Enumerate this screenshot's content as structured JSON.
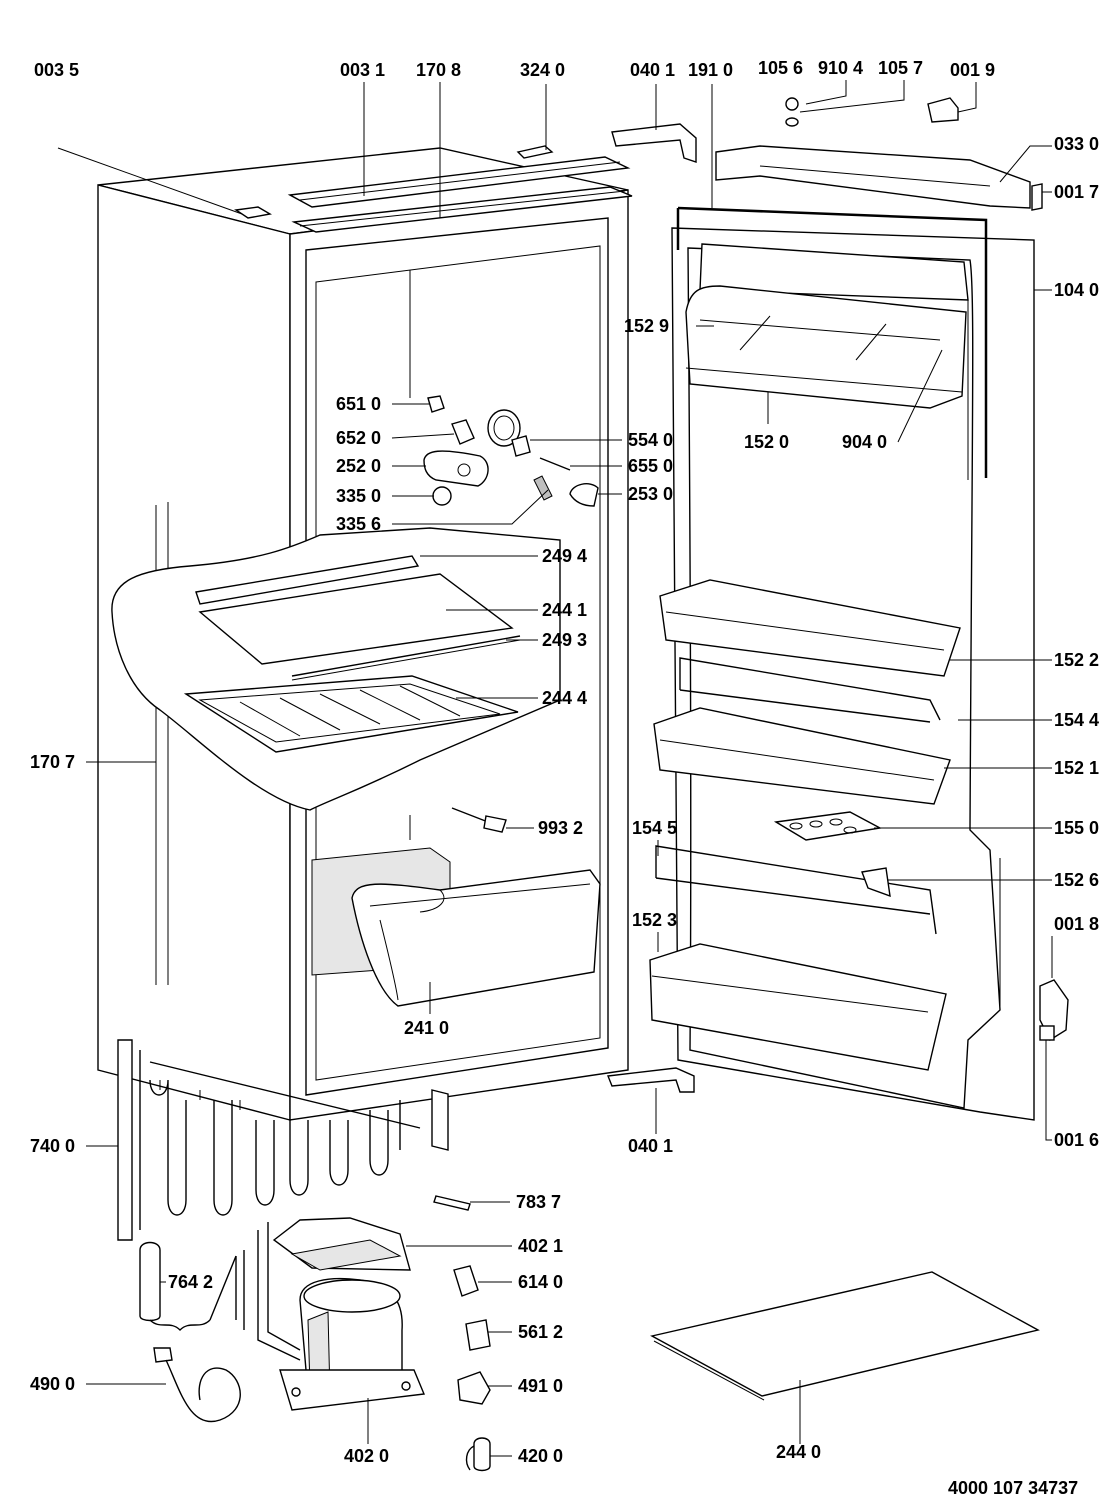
{
  "document_number": "4000 107 34737",
  "labels": [
    {
      "id": "003_5_top",
      "text": "003 5"
    },
    {
      "id": "003_1",
      "text": "003 1"
    },
    {
      "id": "170_8",
      "text": "170 8"
    },
    {
      "id": "324_0",
      "text": "324 0"
    },
    {
      "id": "040_1_top",
      "text": "040 1"
    },
    {
      "id": "191_0",
      "text": "191 0"
    },
    {
      "id": "105_6",
      "text": "105 6"
    },
    {
      "id": "910_4",
      "text": "910 4"
    },
    {
      "id": "105_7",
      "text": "105 7"
    },
    {
      "id": "001_9",
      "text": "001 9"
    },
    {
      "id": "033_0",
      "text": "033 0"
    },
    {
      "id": "001_7",
      "text": "001 7"
    },
    {
      "id": "104_0",
      "text": "104 0"
    },
    {
      "id": "152_9",
      "text": "152 9"
    },
    {
      "id": "152_0",
      "text": "152 0"
    },
    {
      "id": "904_0",
      "text": "904 0"
    },
    {
      "id": "651_0",
      "text": "651 0"
    },
    {
      "id": "652_0",
      "text": "652 0"
    },
    {
      "id": "554_0",
      "text": "554 0"
    },
    {
      "id": "252_0",
      "text": "252 0"
    },
    {
      "id": "655_0",
      "text": "655 0"
    },
    {
      "id": "335_0",
      "text": "335 0"
    },
    {
      "id": "253_0",
      "text": "253 0"
    },
    {
      "id": "335_6",
      "text": "335 6"
    },
    {
      "id": "249_4",
      "text": "249 4"
    },
    {
      "id": "244_1",
      "text": "244 1"
    },
    {
      "id": "249_3",
      "text": "249 3"
    },
    {
      "id": "152_2",
      "text": "152 2"
    },
    {
      "id": "244_4",
      "text": "244 4"
    },
    {
      "id": "154_4",
      "text": "154 4"
    },
    {
      "id": "170_7",
      "text": "170 7"
    },
    {
      "id": "152_1",
      "text": "152 1"
    },
    {
      "id": "993_2",
      "text": "993 2"
    },
    {
      "id": "154_5",
      "text": "154 5"
    },
    {
      "id": "155_0",
      "text": "155 0"
    },
    {
      "id": "152_6",
      "text": "152 6"
    },
    {
      "id": "152_3",
      "text": "152 3"
    },
    {
      "id": "001_8",
      "text": "001 8"
    },
    {
      "id": "241_0",
      "text": "241 0"
    },
    {
      "id": "040_1_bottom",
      "text": "040 1"
    },
    {
      "id": "740_0",
      "text": "740 0"
    },
    {
      "id": "001_6",
      "text": "001 6"
    },
    {
      "id": "783_7",
      "text": "783 7"
    },
    {
      "id": "402_1",
      "text": "402 1"
    },
    {
      "id": "764_2",
      "text": "764 2"
    },
    {
      "id": "614_0",
      "text": "614 0"
    },
    {
      "id": "561_2",
      "text": "561 2"
    },
    {
      "id": "490_0",
      "text": "490 0"
    },
    {
      "id": "491_0",
      "text": "491 0"
    },
    {
      "id": "402_0",
      "text": "402 0"
    },
    {
      "id": "420_0",
      "text": "420 0"
    },
    {
      "id": "244_0",
      "text": "244 0"
    }
  ]
}
